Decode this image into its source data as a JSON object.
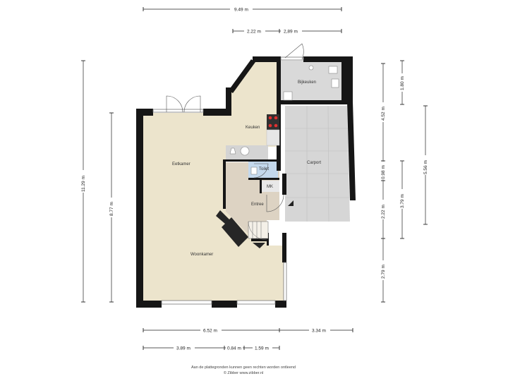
{
  "dimensions": {
    "top_total": "9.49 m",
    "top_left": "2.22 m",
    "top_right": "2,89 m",
    "left_total": "11.29 m",
    "left_inner": "8.77 m",
    "right_1": "1.80 m",
    "right_2": "4.52 m",
    "right_3": "0.98 m",
    "right_4": "2.22 m",
    "right_5": "2.79 m",
    "right_b": "3.79 m",
    "right_outer": "5.56 m",
    "bottom_1": "6.52 m",
    "bottom_2": "3.34 m",
    "bottom_3": "3.89 m",
    "bottom_4": "0.84 m",
    "bottom_5": "1.59 m"
  },
  "rooms": {
    "bijkeuken": "Bijkeuken",
    "keuken": "Keuken",
    "eetkamer": "Eetkamer",
    "toilet": "Toilet",
    "mk": "MK",
    "carport": "Carport",
    "entree": "Entree",
    "woonkamer": "Woonkamer"
  },
  "footer": {
    "line1": "Aan de plattegronden kunnen geen rechten worden ontleend",
    "line2": "© Zibber www.zibber.nl"
  },
  "colors": {
    "living_floor": "#ece4cc",
    "tiled_floor": "#d6d6d6",
    "hall_floor": "#ddd3c3",
    "toilet_floor": "#c4d8ec",
    "wall": "#161616"
  }
}
